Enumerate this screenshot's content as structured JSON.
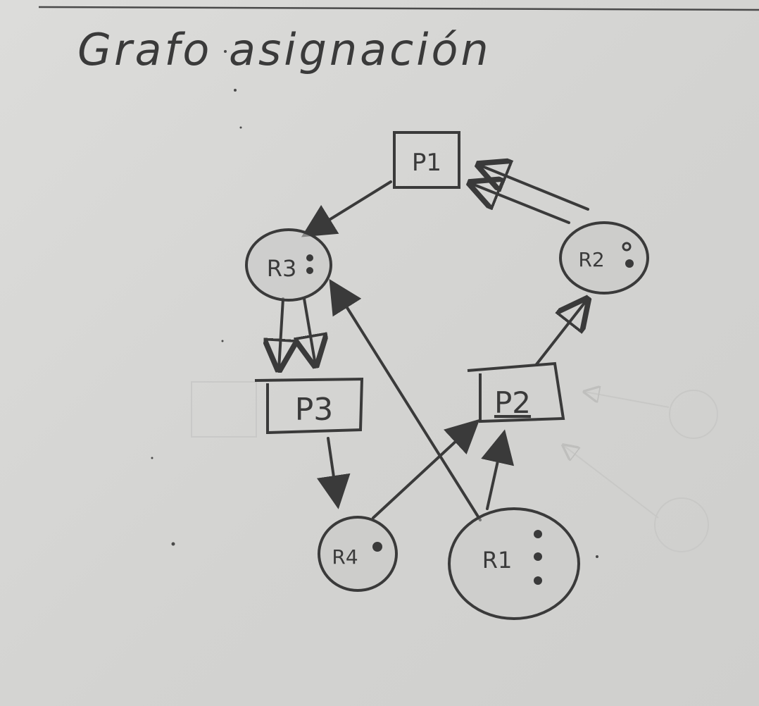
{
  "title": "Grafo asignación",
  "colors": {
    "paper": "#d8d8d6",
    "ink": "#3a3a3a",
    "faint_ink": "#c4c4c2"
  },
  "processes": [
    {
      "id": "P1",
      "label": "P1"
    },
    {
      "id": "P2",
      "label": "P2"
    },
    {
      "id": "P3",
      "label": "P3"
    }
  ],
  "resources": [
    {
      "id": "R1",
      "label": "R1",
      "instances": 3
    },
    {
      "id": "R2",
      "label": "R2",
      "instances": 2
    },
    {
      "id": "R3",
      "label": "R3",
      "instances": 2
    },
    {
      "id": "R4",
      "label": "R4",
      "instances": 1
    }
  ],
  "edges": [
    {
      "from": "P1",
      "to": "R3",
      "kind": "request"
    },
    {
      "from": "R2",
      "to": "P1",
      "kind": "assignment"
    },
    {
      "from": "R2",
      "to": "P1",
      "kind": "assignment"
    },
    {
      "from": "R3",
      "to": "P3",
      "kind": "assignment"
    },
    {
      "from": "R3",
      "to": "P3",
      "kind": "assignment"
    },
    {
      "from": "P2",
      "to": "R2",
      "kind": "request"
    },
    {
      "from": "P3",
      "to": "R4",
      "kind": "request"
    },
    {
      "from": "R4",
      "to": "P2",
      "kind": "assignment"
    },
    {
      "from": "R1",
      "to": "P2",
      "kind": "assignment"
    },
    {
      "from": "R1",
      "to": "R3",
      "kind": "request"
    }
  ]
}
